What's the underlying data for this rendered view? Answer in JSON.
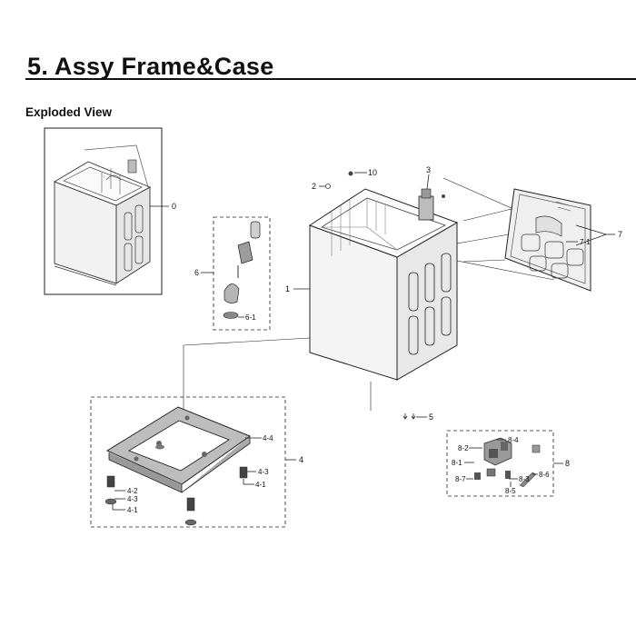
{
  "header": {
    "title": "5.  Assy Frame&Case",
    "subtitle": "Exploded View"
  },
  "callouts": {
    "c0": "0",
    "c1": "1",
    "c2": "2",
    "c3": "3",
    "c4": "4",
    "c4_1a": "4-1",
    "c4_1b": "4-1",
    "c4_2": "4-2",
    "c4_3a": "4-3",
    "c4_3b": "4-3",
    "c4_4": "4-4",
    "c5": "5",
    "c6": "6",
    "c6_1": "6-1",
    "c7": "7",
    "c7_1": "7-1",
    "c8": "8",
    "c8_1": "8-1",
    "c8_2": "8-2",
    "c8_3": "8-3",
    "c8_4": "8-4",
    "c8_5": "8-5",
    "c8_6": "8-6",
    "c8_7": "8-7",
    "c10": "10"
  }
}
